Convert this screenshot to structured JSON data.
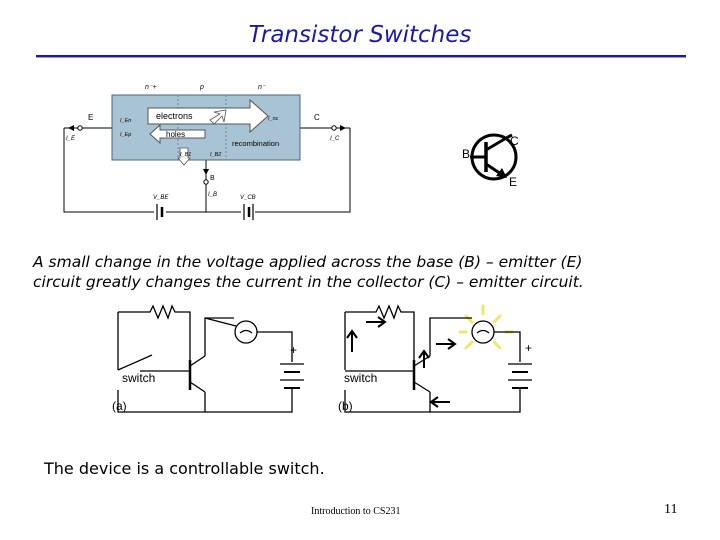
{
  "slide": {
    "title": "Transistor Switches",
    "body_lines": [
      "A small change in the voltage applied across the base (B) – emitter (E)",
      "circuit  greatly changes the current in the collector (C) – emitter circuit."
    ],
    "conclusion": "The device is a controllable switch.",
    "footer": "Introduction to CS231",
    "page_number": "11"
  },
  "transistor_diagram": {
    "region_labels": [
      "n⁻+",
      "p",
      "n⁻"
    ],
    "terminals": [
      "E",
      "C",
      "B"
    ],
    "flows": [
      "electrons",
      "holes",
      "recombination"
    ],
    "currents": [
      "I_E",
      "I_C",
      "I_B",
      "I_En",
      "I_Ep",
      "I_B1",
      "I_B2",
      "I_nc"
    ],
    "supplies": [
      "V_BE",
      "V_CB"
    ]
  },
  "symbol": {
    "labels": [
      "B",
      "C",
      "E"
    ]
  },
  "circuits": {
    "switch_label": "switch",
    "plus_label": "+",
    "captions": [
      "(a)",
      "(b)"
    ]
  },
  "colors": {
    "title": "#1a1aa6",
    "semiconductor": "#a8c3d3",
    "flow_arrow": "#ffffff",
    "lamp_glow": "#f2e56a"
  }
}
